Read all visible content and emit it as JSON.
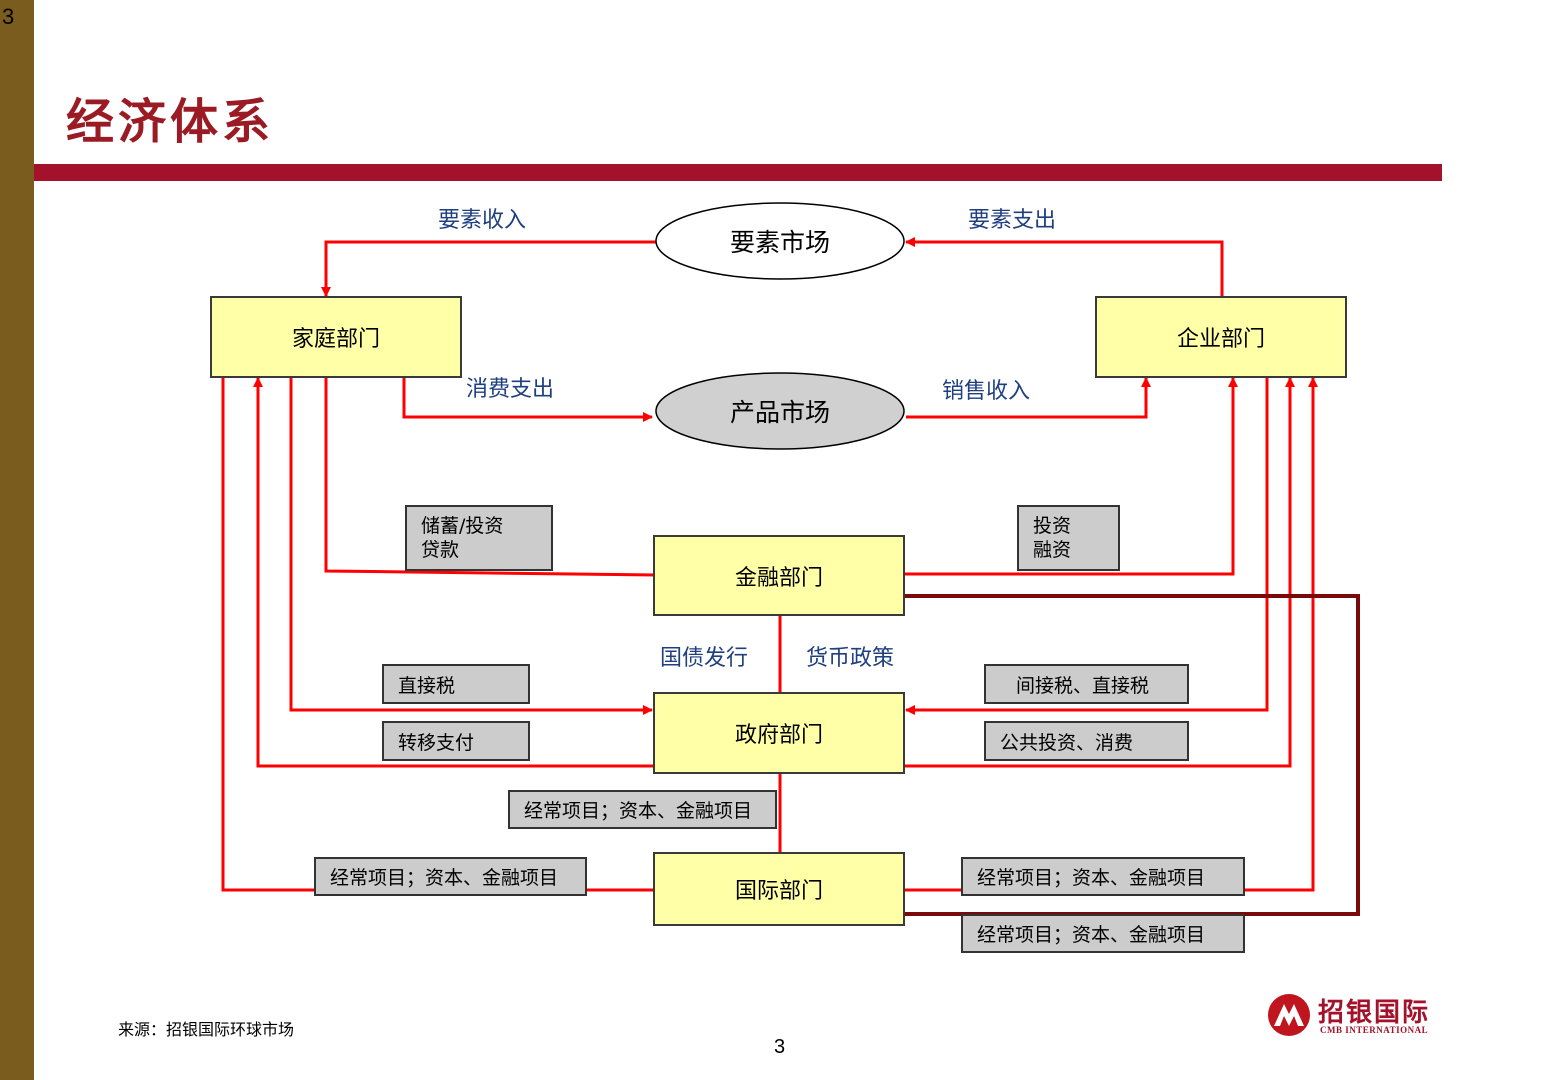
{
  "slide": {
    "number_top": "3",
    "title": "经济体系",
    "page_number": "3",
    "source": "来源：招银国际环球市场"
  },
  "nodes": {
    "factor_market": "要素市场",
    "product_market": "产品市场",
    "household": "家庭部门",
    "enterprise": "企业部门",
    "finance": "金融部门",
    "government": "政府部门",
    "international": "国际部门"
  },
  "flow_labels": {
    "factor_income": "要素收入",
    "factor_expense": "要素支出",
    "consumption": "消费支出",
    "sales_income": "销售收入",
    "gov_bonds": "国债发行",
    "monetary_policy": "货币政策"
  },
  "gray_labels": {
    "savings_line1": "储蓄/投资",
    "savings_line2": "贷款",
    "investment_line1": "投资",
    "investment_line2": "融资",
    "direct_tax": "直接税",
    "transfer": "转移支付",
    "indirect_tax": "间接税、直接税",
    "public_invest": "公共投资、消费",
    "current_capital_mid": "经常项目；资本、金融项目",
    "current_capital_left": "经常项目；资本、金融项目",
    "current_capital_right1": "经常项目；资本、金融项目",
    "current_capital_right2": "经常项目；资本、金融项目"
  },
  "colors": {
    "arrow_red": "#ff0000",
    "arrow_dark": "#7a0a0a",
    "accent": "#a3112a",
    "sidebar": "#7a5c1e"
  },
  "logo": {
    "cn": "招银国际",
    "en": "CMB INTERNATIONAL"
  }
}
